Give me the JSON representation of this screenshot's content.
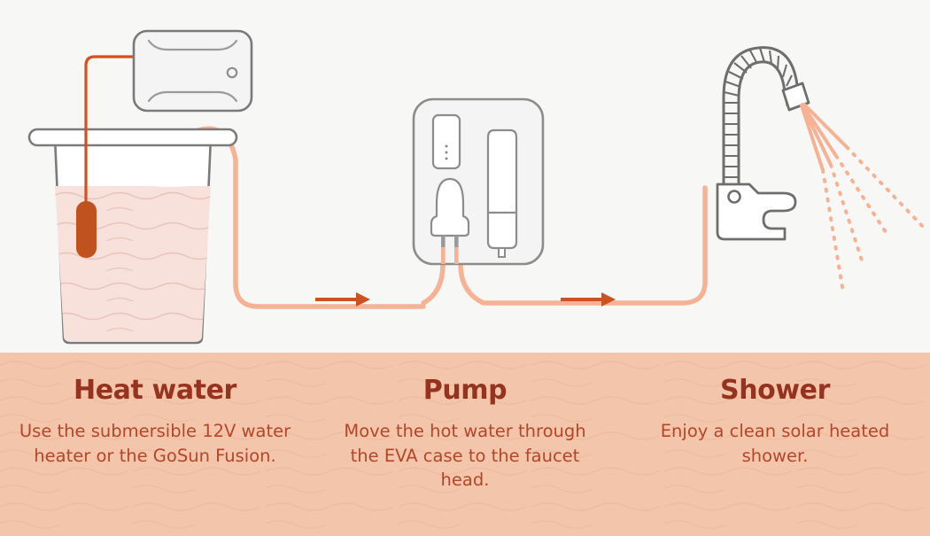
{
  "theme": {
    "panel_bg": "#f7f7f6",
    "caption_bg": "#f3c5aa",
    "heading_color": "#963320",
    "body_color": "#b4462b",
    "hose_color": "#f6b295",
    "arrow_color": "#cd5221",
    "cord_color": "#d4501e",
    "heater_color": "#c0521f",
    "water_color": "#f7e1da",
    "outline_color": "#7a7a7a"
  },
  "illustration": {
    "stage1": {
      "name": "heat-water-stage",
      "bucket": "water-bucket",
      "heater": "submersible-12v-heater",
      "power_bank": "power-bank",
      "cord": "heater-power-cord",
      "intake_hose": "intake-hose"
    },
    "stage2": {
      "name": "pump-stage",
      "case": "eva-case",
      "battery": "battery-pack",
      "pump": "pump-unit",
      "filter": "filter-cylinder",
      "inlet_hose": "pump-inlet-hose",
      "outlet_hose": "pump-outlet-hose"
    },
    "stage3": {
      "name": "shower-stage",
      "gooseneck": "flexible-gooseneck",
      "clamp": "faucet-clamp",
      "nozzle": "faucet-head",
      "spray": "water-spray"
    },
    "arrows": [
      {
        "name": "flow-arrow-1"
      },
      {
        "name": "flow-arrow-2"
      }
    ]
  },
  "captions": {
    "columns": [
      {
        "heading": "Heat water",
        "body": "Use the submersible 12V water heater or the GoSun Fusion."
      },
      {
        "heading": "Pump",
        "body": "Move the hot water through the EVA case to the faucet head."
      },
      {
        "heading": "Shower",
        "body": "Enjoy a clean solar heated shower."
      }
    ]
  }
}
